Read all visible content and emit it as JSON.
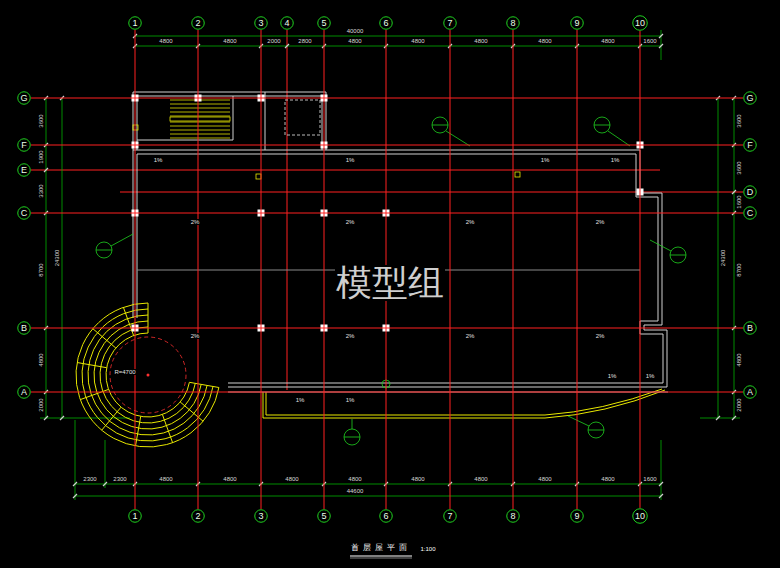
{
  "diagram": {
    "title": "首层屋平面",
    "nodes": [
      {
        "text": [
          "1"
        ]
      },
      {
        "text": [
          "2"
        ]
      },
      {
        "text": [
          "3"
        ]
      },
      {
        "text": [
          "4"
        ]
      },
      {
        "text": [
          "5"
        ]
      },
      {
        "text": [
          "6"
        ]
      },
      {
        "text": [
          "7"
        ]
      },
      {
        "text": [
          "8"
        ]
      },
      {
        "text": [
          "9"
        ]
      },
      {
        "text": [
          "10"
        ]
      },
      {
        "text": [
          "1"
        ]
      },
      {
        "text": [
          "2"
        ]
      },
      {
        "text": [
          "3"
        ]
      },
      {
        "text": [
          "5"
        ]
      },
      {
        "text": [
          "6"
        ]
      },
      {
        "text": [
          "7"
        ]
      },
      {
        "text": [
          "8"
        ]
      },
      {
        "text": [
          "9"
        ]
      },
      {
        "text": [
          "10"
        ]
      },
      {
        "text": [
          "G"
        ]
      },
      {
        "text": [
          "F"
        ]
      },
      {
        "text": [
          "E"
        ]
      },
      {
        "text": [
          "C"
        ]
      },
      {
        "text": [
          "B"
        ]
      },
      {
        "text": [
          "A"
        ]
      },
      {
        "text": [
          "G"
        ]
      },
      {
        "text": [
          "F"
        ]
      },
      {
        "text": [
          "D"
        ]
      },
      {
        "text": [
          "C"
        ]
      },
      {
        "text": [
          "B"
        ]
      },
      {
        "text": [
          "A"
        ]
      }
    ],
    "edges": [
      {
        "from": 0,
        "to": 10,
        "arrow": "none"
      },
      {
        "from": 1,
        "to": 11,
        "arrow": "none"
      },
      {
        "from": 2,
        "to": 12,
        "arrow": "none"
      },
      {
        "from": 4,
        "to": 13,
        "arrow": "none"
      },
      {
        "from": 5,
        "to": 14,
        "arrow": "none"
      },
      {
        "from": 6,
        "to": 15,
        "arrow": "none"
      },
      {
        "from": 7,
        "to": 16,
        "arrow": "none"
      },
      {
        "from": 8,
        "to": 17,
        "arrow": "none"
      },
      {
        "from": 9,
        "to": 18,
        "arrow": "none"
      },
      {
        "from": 19,
        "to": 25,
        "arrow": "none"
      },
      {
        "from": 20,
        "to": 26,
        "arrow": "none"
      },
      {
        "from": 22,
        "to": 28,
        "arrow": "none"
      },
      {
        "from": 23,
        "to": 29,
        "arrow": "none"
      },
      {
        "from": 24,
        "to": 30,
        "arrow": "none"
      }
    ],
    "labels": [
      "40000",
      "4800",
      "4800",
      "2000",
      "2800",
      "4800",
      "4800",
      "4800",
      "4800",
      "4800",
      "1600",
      "44600",
      "2300",
      "2300",
      "4800",
      "4800",
      "4800",
      "4800",
      "4800",
      "4800",
      "4800",
      "4800",
      "1600",
      "24300",
      "3600",
      "1900",
      "3300",
      "8700",
      "4800",
      "2000",
      "24300",
      "3600",
      "3600",
      "1600",
      "8700",
      "4800",
      "2000",
      "模型组",
      "1:100",
      "R=4700",
      "2%",
      "2%",
      "2%",
      "2%",
      "2%",
      "2%",
      "2%",
      "2%",
      "1%",
      "1%",
      "1%",
      "1%",
      "1%",
      "1%",
      "1%",
      "1%"
    ]
  }
}
